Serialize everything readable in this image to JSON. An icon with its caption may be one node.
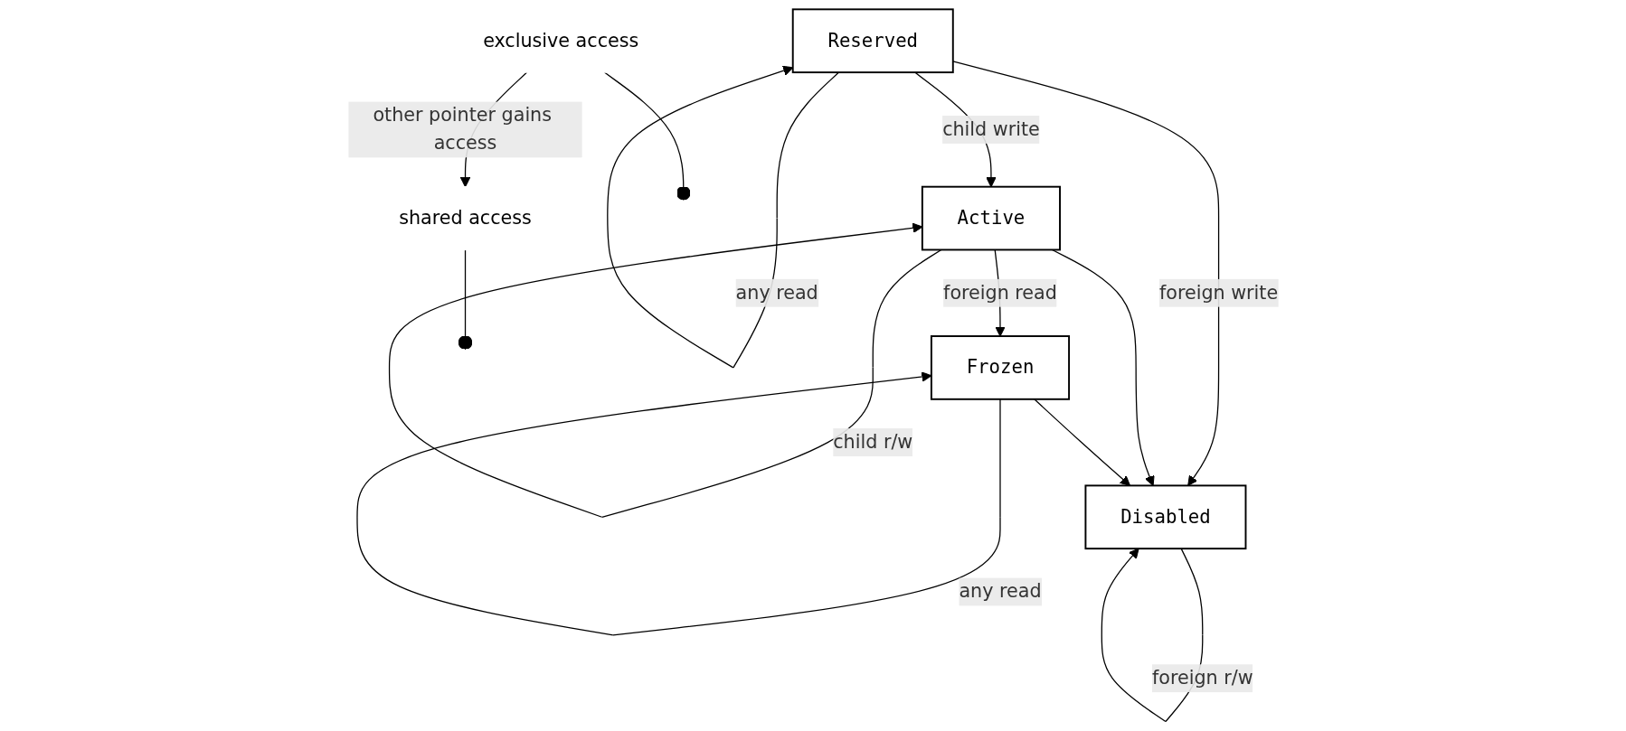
{
  "diagram": {
    "nodes": [
      {
        "text": [
          "Reserved"
        ]
      },
      {
        "text": [
          "exclusive access"
        ]
      },
      {
        "text": [
          "Active"
        ]
      },
      {
        "text": [
          "shared access"
        ]
      },
      {
        "text": [
          "Frozen"
        ]
      },
      {
        "text": [
          "Disabled"
        ]
      }
    ],
    "edges": [
      {
        "from": 0,
        "to": 0,
        "arrow": "to",
        "label": "any read"
      },
      {
        "from": 0,
        "to": 2,
        "arrow": "to",
        "label": "child write"
      },
      {
        "from": 0,
        "to": 5,
        "arrow": "to",
        "label": "foreign write"
      },
      {
        "from": 1,
        "to": null,
        "arrow": "other"
      },
      {
        "from": 1,
        "to": 3,
        "arrow": "to",
        "label": "other pointer gains access"
      },
      {
        "from": 2,
        "to": 2,
        "arrow": "to",
        "label": "child r/w"
      },
      {
        "from": 2,
        "to": 4,
        "arrow": "to",
        "label": "foreign read"
      },
      {
        "from": 2,
        "to": 5,
        "arrow": "to"
      },
      {
        "from": 3,
        "to": null,
        "arrow": "other"
      },
      {
        "from": 4,
        "to": 4,
        "arrow": "to",
        "label": "any read"
      },
      {
        "from": 4,
        "to": 5,
        "arrow": "to"
      },
      {
        "from": 5,
        "to": 5,
        "arrow": "to",
        "label": "foreign r/w"
      }
    ]
  }
}
